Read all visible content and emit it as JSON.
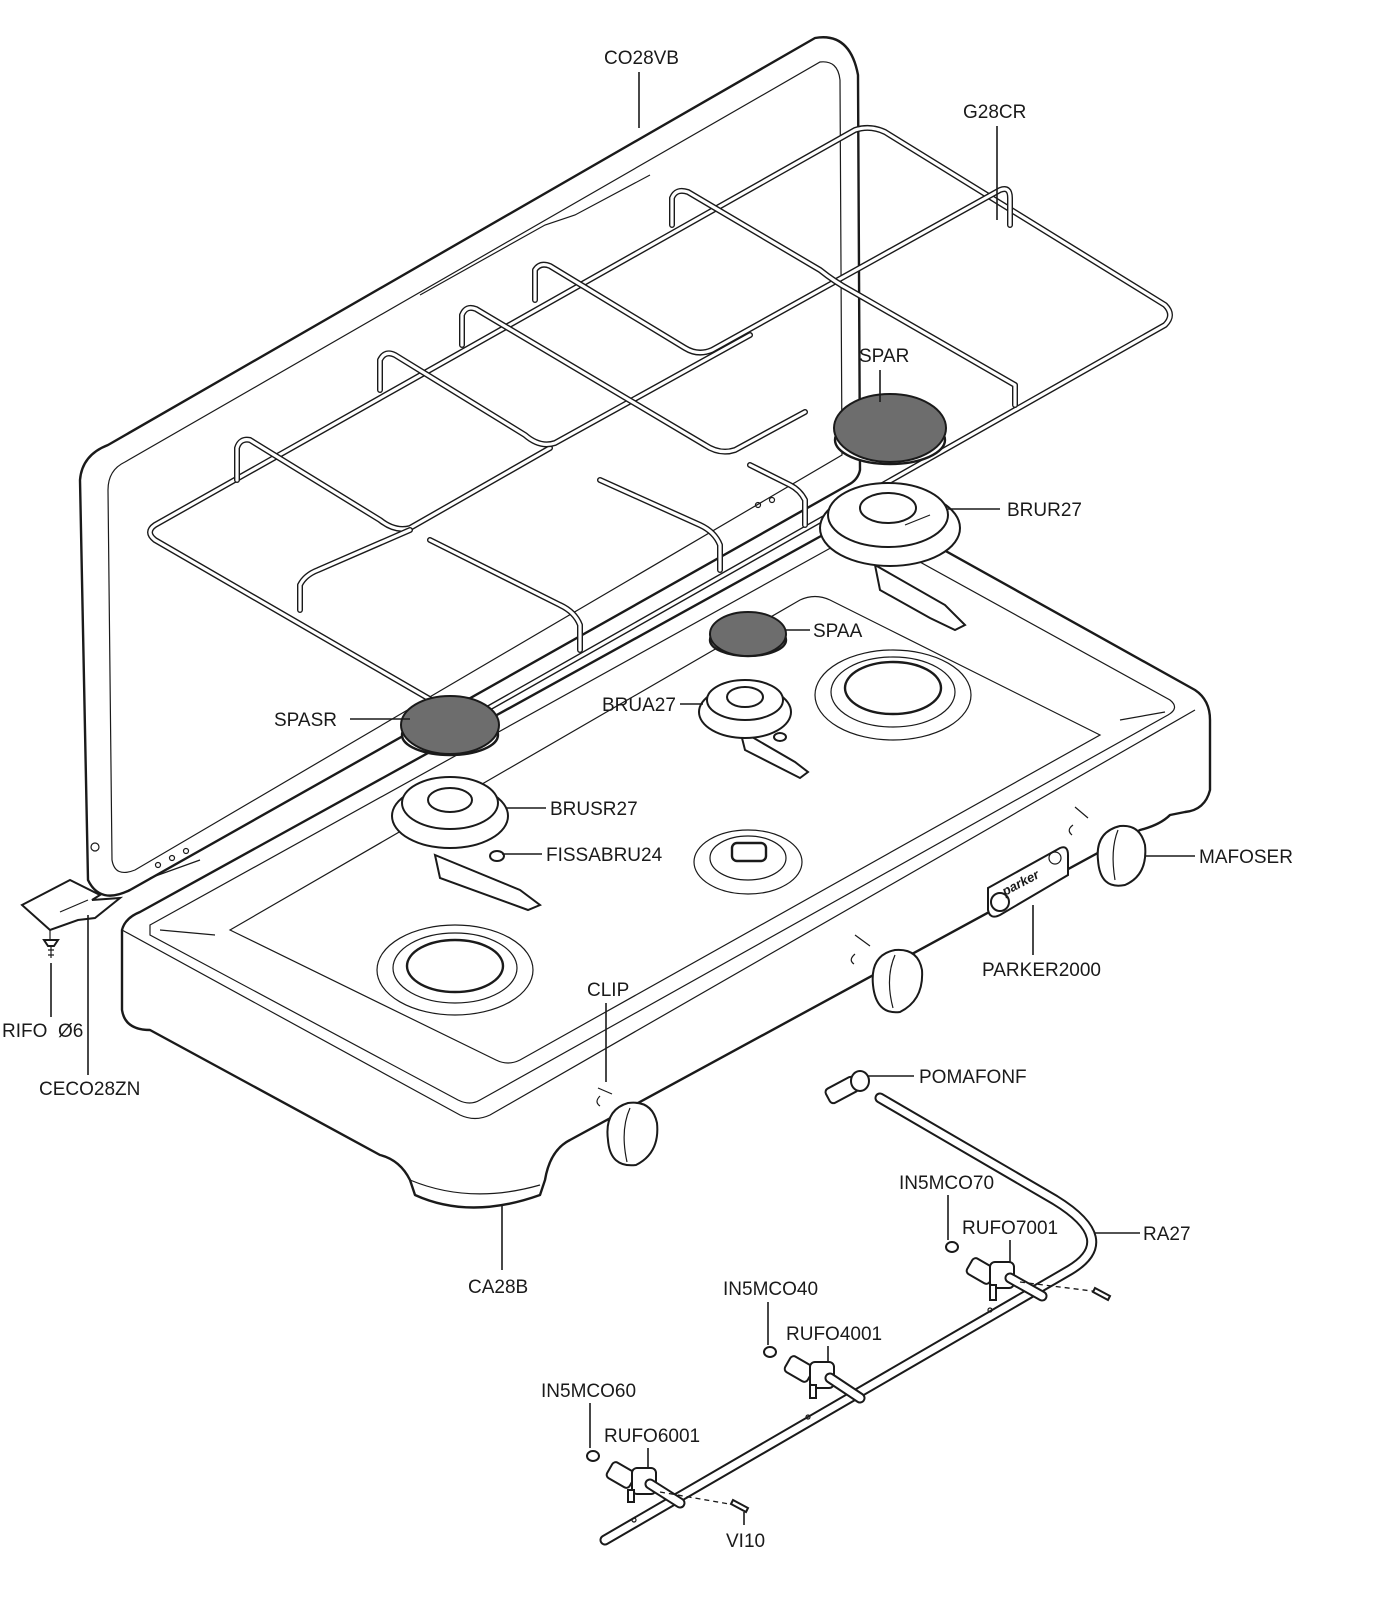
{
  "labels": {
    "lid": "CO28VB",
    "grate": "G28CR",
    "cap_large": "SPAR",
    "burner_large": "BRUR27",
    "cap_aux": "SPAA",
    "burner_aux": "BRUA27",
    "cap_semi": "SPASR",
    "burner_semi": "BRUSR27",
    "burner_fix": "FISSABRU24",
    "knob": "MAFOSER",
    "badge": "PARKER2000",
    "clip": "CLIP",
    "hinge": "CECO28ZN",
    "rivet": "RIFO  Ø6",
    "body": "CA28B",
    "hose_fitting": "POMAFONF",
    "injector_70": "IN5MCO70",
    "tap_70": "RUFO7001",
    "manifold": "RA27",
    "injector_40": "IN5MCO40",
    "tap_40": "RUFO4001",
    "injector_60": "IN5MCO60",
    "tap_60": "RUFO6001",
    "screw": "VI10"
  },
  "badge_logo_text": "parker",
  "colors": {
    "line": "#1a1a1a",
    "cap_fill": "#6d6d6d",
    "background": "#ffffff"
  }
}
